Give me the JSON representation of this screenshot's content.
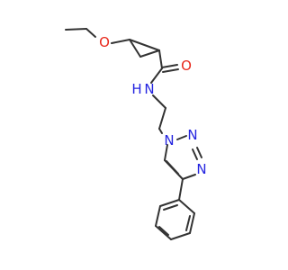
{
  "atoms": [
    {
      "id": "o-ether",
      "label": "O",
      "element": "oxygen"
    },
    {
      "id": "o-carbonyl",
      "label": "O",
      "element": "oxygen"
    },
    {
      "id": "n-amide",
      "label": "N",
      "element": "nitrogen"
    },
    {
      "id": "h-amide",
      "label": "H",
      "element": "hydrogen"
    },
    {
      "id": "n1-triazole",
      "label": "N",
      "element": "nitrogen"
    },
    {
      "id": "n2-triazole",
      "label": "N",
      "element": "nitrogen"
    },
    {
      "id": "n3-triazole",
      "label": "N",
      "element": "nitrogen"
    }
  ],
  "colors": {
    "bond": "#333333",
    "oxygen": "#e8281c",
    "nitrogen": "#2424e0",
    "hydrogen": "#2424e0",
    "background": "#ffffff"
  }
}
